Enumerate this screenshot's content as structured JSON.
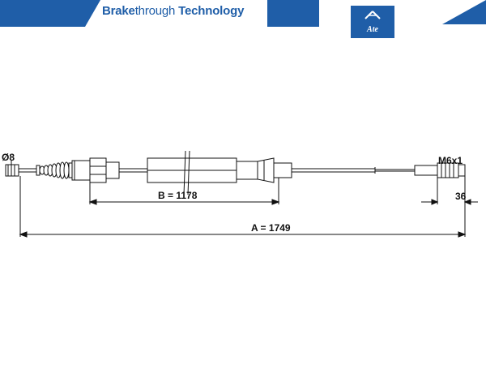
{
  "header": {
    "brand_bold": "Brake",
    "brand_light": "through",
    "brand_tail": " Technology",
    "logo_text": "Ate",
    "brand_color": "#1f5ea8"
  },
  "drawing": {
    "left_diameter": "Ø8",
    "thread_label": "M6x1",
    "dim_thread_length": "36",
    "dim_b": "B = 1178",
    "dim_a": "A = 1749"
  }
}
